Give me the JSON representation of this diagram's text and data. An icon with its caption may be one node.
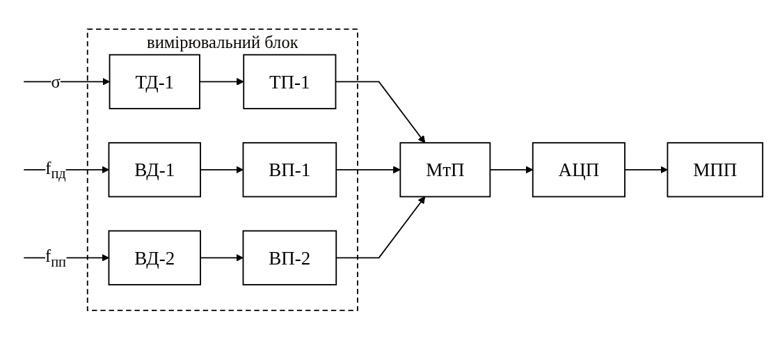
{
  "diagram": {
    "nodes": [
      {
        "text": [
          "вимірювальний блок"
        ]
      },
      {
        "text": [
          "ТД-1"
        ],
        "in": 0
      },
      {
        "text": [
          "ТП-1"
        ],
        "in": 0
      },
      {
        "text": [
          "ВД-1"
        ],
        "in": 0
      },
      {
        "text": [
          "ВП-1"
        ],
        "in": 0
      },
      {
        "text": [
          "ВД-2"
        ],
        "in": 0
      },
      {
        "text": [
          "ВП-2"
        ],
        "in": 0
      },
      {
        "text": [
          "МтП"
        ]
      },
      {
        "text": [
          "АЦП"
        ]
      },
      {
        "text": [
          "МПП"
        ]
      }
    ],
    "edges": [
      {
        "from": null,
        "to": 1,
        "arrow": "to",
        "label": "σ"
      },
      {
        "from": null,
        "to": 3,
        "arrow": "to",
        "label": "f$_{пд}$"
      },
      {
        "from": null,
        "to": 5,
        "arrow": "to",
        "label": "f$_{пп}$"
      },
      {
        "from": 1,
        "to": 2,
        "arrow": "to"
      },
      {
        "from": 3,
        "to": 4,
        "arrow": "to"
      },
      {
        "from": 5,
        "to": 6,
        "arrow": "to"
      },
      {
        "from": 2,
        "to": 7,
        "arrow": "to"
      },
      {
        "from": 4,
        "to": 7,
        "arrow": "to"
      },
      {
        "from": 6,
        "to": 7,
        "arrow": "to"
      },
      {
        "from": 7,
        "to": 8,
        "arrow": "to"
      },
      {
        "from": 8,
        "to": 9,
        "arrow": "to"
      }
    ]
  }
}
